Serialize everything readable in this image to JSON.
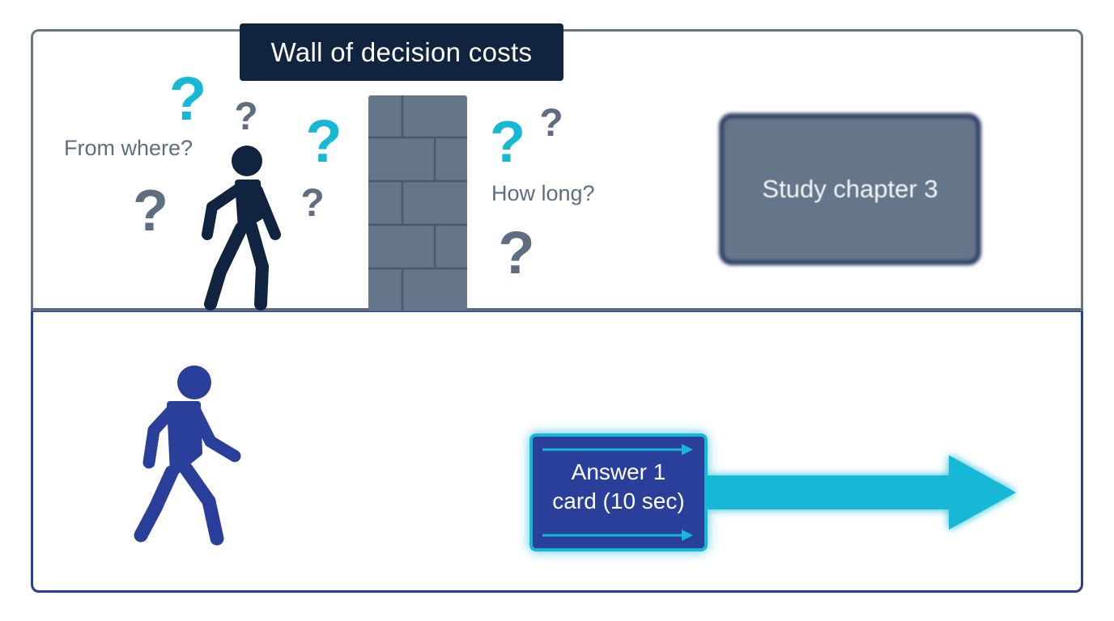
{
  "top_panel": {
    "wall_label": "Wall of decision costs",
    "note_from_where": "From where?",
    "note_how_long": "How long?",
    "blurred_task": "Study chapter 3"
  },
  "bottom_panel": {
    "card_line1": "Answer 1",
    "card_line2": "card (10 sec)"
  },
  "colors": {
    "navy": "#10233f",
    "slate": "#66768a",
    "grey_text": "#5f6d80",
    "cyan": "#16b8d6",
    "blue": "#2a3f9a"
  },
  "icons": [
    "walking-person-icon",
    "question-mark-icon",
    "brick-wall-icon",
    "arrow-right-icon"
  ]
}
